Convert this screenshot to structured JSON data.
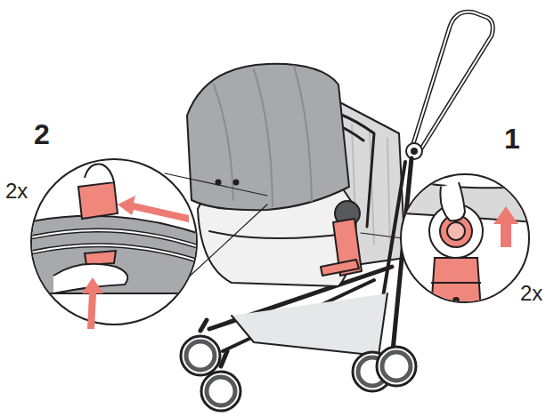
{
  "diagram": {
    "labels": [
      "2",
      "2x",
      "1",
      "2x"
    ]
  }
}
